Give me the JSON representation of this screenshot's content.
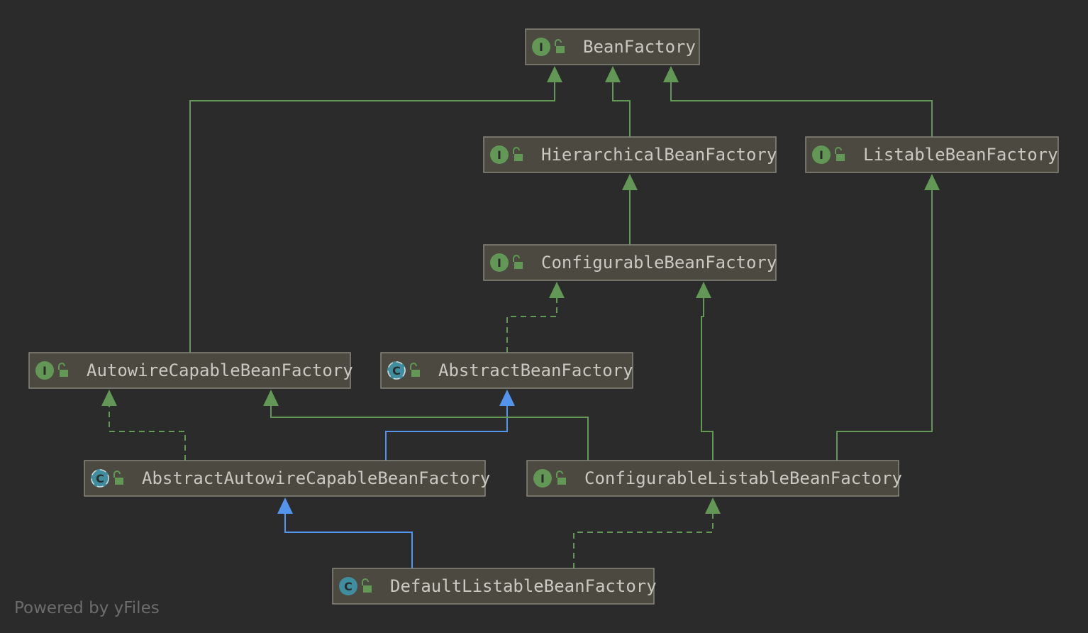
{
  "colors": {
    "background": "#2b2b2b",
    "node_fill": "#4c4a40",
    "node_border": "#86867c",
    "label_text": "#c9c9c1",
    "interface_icon": "#629755",
    "class_icon": "#3f8d9e",
    "extends_interface_edge": "#629755",
    "extends_class_edge": "#5394ec"
  },
  "nodes": [
    {
      "id": "BeanFactory",
      "label": "BeanFactory",
      "kind": "interface",
      "icon": "interface-icon"
    },
    {
      "id": "HierarchicalBeanFactory",
      "label": "HierarchicalBeanFactory",
      "kind": "interface",
      "icon": "interface-icon"
    },
    {
      "id": "ListableBeanFactory",
      "label": "ListableBeanFactory",
      "kind": "interface",
      "icon": "interface-icon"
    },
    {
      "id": "ConfigurableBeanFactory",
      "label": "ConfigurableBeanFactory",
      "kind": "interface",
      "icon": "interface-icon"
    },
    {
      "id": "AutowireCapableBeanFactory",
      "label": "AutowireCapableBeanFactory",
      "kind": "interface",
      "icon": "interface-icon"
    },
    {
      "id": "AbstractBeanFactory",
      "label": "AbstractBeanFactory",
      "kind": "abstract-class",
      "icon": "abstract-class-icon"
    },
    {
      "id": "AbstractAutowireCapableBeanFactory",
      "label": "AbstractAutowireCapableBeanFactory",
      "kind": "abstract-class",
      "icon": "abstract-class-icon"
    },
    {
      "id": "ConfigurableListableBeanFactory",
      "label": "ConfigurableListableBeanFactory",
      "kind": "interface",
      "icon": "interface-icon"
    },
    {
      "id": "DefaultListableBeanFactory",
      "label": "DefaultListableBeanFactory",
      "kind": "class",
      "icon": "class-icon"
    }
  ],
  "edges": [
    {
      "from": "AutowireCapableBeanFactory",
      "to": "BeanFactory",
      "type": "extends-interface"
    },
    {
      "from": "HierarchicalBeanFactory",
      "to": "BeanFactory",
      "type": "extends-interface"
    },
    {
      "from": "ListableBeanFactory",
      "to": "BeanFactory",
      "type": "extends-interface"
    },
    {
      "from": "ConfigurableBeanFactory",
      "to": "HierarchicalBeanFactory",
      "type": "extends-interface"
    },
    {
      "from": "AbstractBeanFactory",
      "to": "ConfigurableBeanFactory",
      "type": "implements"
    },
    {
      "from": "AbstractAutowireCapableBeanFactory",
      "to": "AutowireCapableBeanFactory",
      "type": "implements"
    },
    {
      "from": "AbstractAutowireCapableBeanFactory",
      "to": "AbstractBeanFactory",
      "type": "extends-class"
    },
    {
      "from": "ConfigurableListableBeanFactory",
      "to": "AutowireCapableBeanFactory",
      "type": "extends-interface"
    },
    {
      "from": "ConfigurableListableBeanFactory",
      "to": "ConfigurableBeanFactory",
      "type": "extends-interface"
    },
    {
      "from": "ConfigurableListableBeanFactory",
      "to": "ListableBeanFactory",
      "type": "extends-interface"
    },
    {
      "from": "DefaultListableBeanFactory",
      "to": "AbstractAutowireCapableBeanFactory",
      "type": "extends-class"
    },
    {
      "from": "DefaultListableBeanFactory",
      "to": "ConfigurableListableBeanFactory",
      "type": "implements"
    }
  ],
  "footer": "Powered by yFiles"
}
